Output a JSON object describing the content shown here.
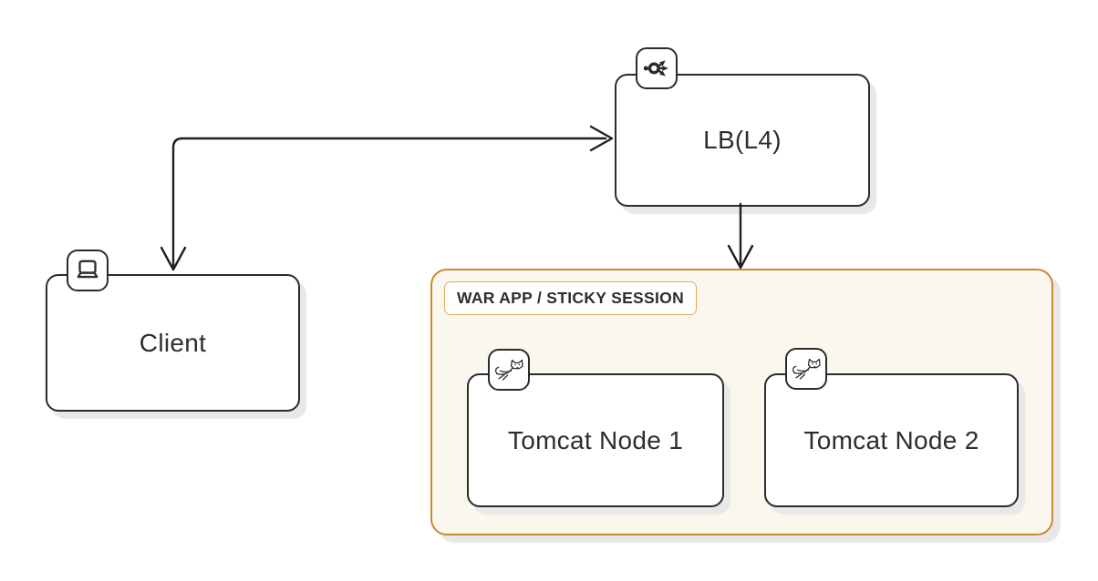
{
  "colors": {
    "background": "#ffffff",
    "node_border": "#2b2b2b",
    "node_fill": "#ffffff",
    "text": "#2e2e2e",
    "edge": "#1f1f1f",
    "shadow": "#e8e8e8",
    "group_border": "#cb8a2d",
    "group_fill": "#faf7ee",
    "group_label_border": "#e2ab55"
  },
  "diagram": {
    "client": {
      "label": "Client",
      "icon": "laptop-icon"
    },
    "load_balancer": {
      "label": "LB(L4)",
      "icon": "load-balancer-icon"
    },
    "group": {
      "label": "WAR APP / STICKY SESSION"
    },
    "tomcat_node_1": {
      "label": "Tomcat Node 1",
      "icon": "tomcat-icon"
    },
    "tomcat_node_2": {
      "label": "Tomcat Node 2",
      "icon": "tomcat-icon"
    },
    "edges": [
      {
        "from": "client",
        "to": "load_balancer",
        "direction": "bidirectional"
      },
      {
        "from": "load_balancer",
        "to": "group",
        "direction": "forward"
      }
    ]
  }
}
